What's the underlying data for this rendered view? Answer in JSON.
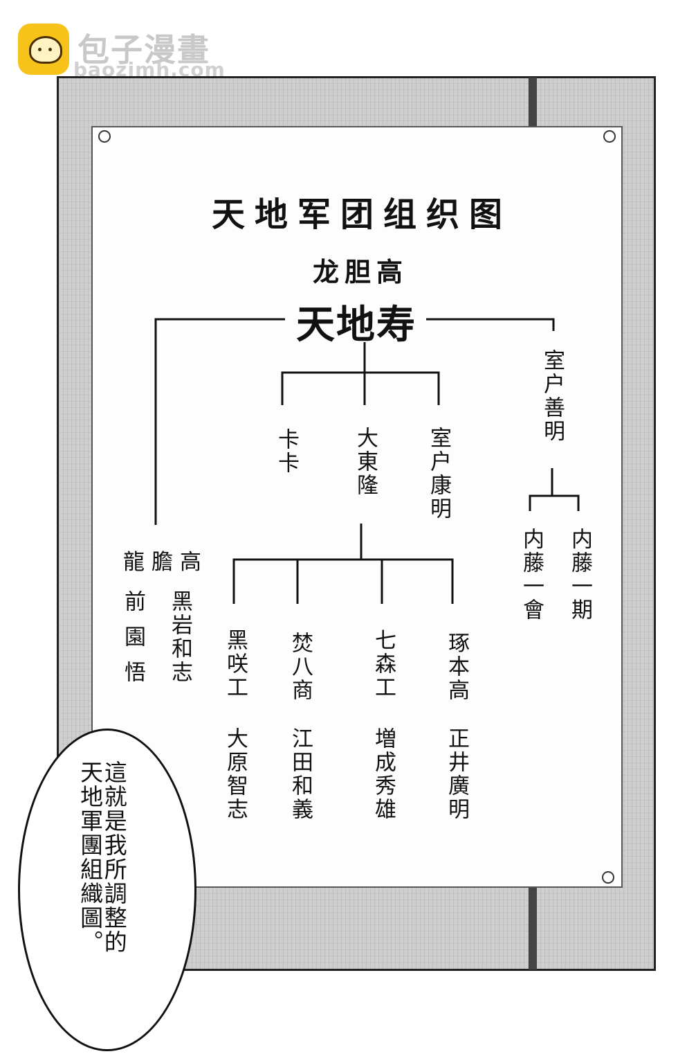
{
  "watermark": {
    "site_name": "包子漫畫",
    "site_url": "baozimh.com",
    "accent": "#f7c21a"
  },
  "chart": {
    "title": "天地军团组织图",
    "school": "龙胆高",
    "leader": "天地寿",
    "middle": {
      "left": "卡卡",
      "center": "大東隆",
      "right": "室户康明"
    },
    "right_branch": {
      "name": "室户善明",
      "sub": [
        "内藤一期",
        "内藤一會"
      ]
    },
    "left_branch": {
      "school": "龍膽高",
      "members": [
        "黑岩和志",
        "前園悟"
      ]
    },
    "bottom_groups": [
      {
        "school": "黑咲工",
        "member": "大原智志"
      },
      {
        "school": "焚八商",
        "member": "江田和義"
      },
      {
        "school": "七森工",
        "member": "増成秀雄"
      },
      {
        "school": "琢本高",
        "member": "正井廣明"
      }
    ]
  },
  "speech_bubble": "這就是我所調整的天地軍團組織圖。"
}
